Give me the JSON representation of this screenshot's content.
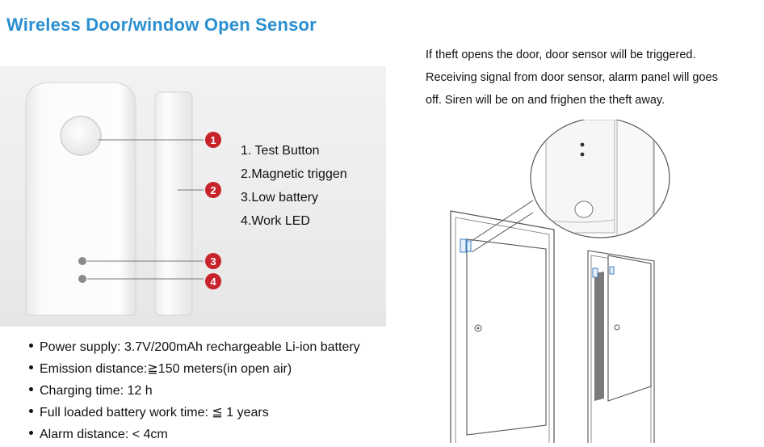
{
  "title": "Wireless Door/window Open Sensor",
  "callouts": [
    "1",
    "2",
    "3",
    "4"
  ],
  "legend": [
    "1. Test Button",
    "2.Magnetic triggen",
    "3.Low battery",
    "4.Work LED"
  ],
  "description": [
    "If theft opens the door, door sensor will be triggered.",
    "Receiving signal from door sensor, alarm panel will goes",
    "off. Siren will be on and frighen the theft away."
  ],
  "specs": [
    "Power supply: 3.7V/200mAh rechargeable Li-ion battery",
    "Emission distance:≧150  meters(in  open  air)",
    "Charging time: 12 h",
    "Full loaded battery work time: ≦ 1 years",
    "Alarm distance: < 4cm"
  ],
  "colors": {
    "title": "#2a8fd0",
    "callout": "#c8232a"
  }
}
